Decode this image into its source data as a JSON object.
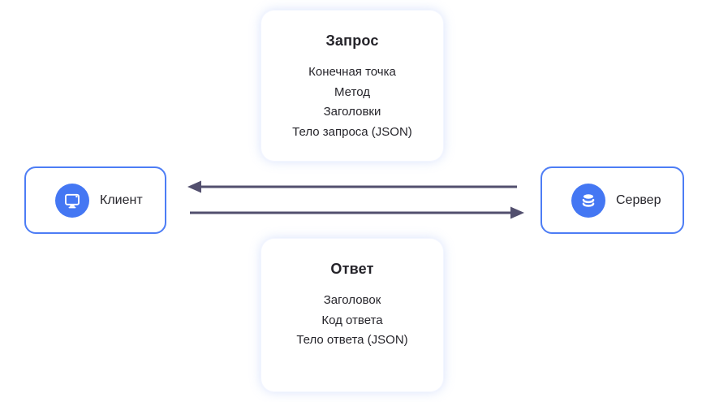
{
  "request_card": {
    "title": "Запрос",
    "items": [
      "Конечная точка",
      "Метод",
      "Заголовки",
      "Тело запроса (JSON)"
    ]
  },
  "response_card": {
    "title": "Ответ",
    "items": [
      "Заголовок",
      "Код ответа",
      "Тело ответа (JSON)"
    ]
  },
  "client": {
    "label": "Клиент",
    "icon": "monitor-icon"
  },
  "server": {
    "label": "Сервер",
    "icon": "database-icon"
  },
  "arrows": {
    "top_direction": "left",
    "bottom_direction": "right"
  },
  "colors": {
    "node_border_blue": "#4d7df5",
    "icon_circle_blue": "#4477f3",
    "arrow_dark": "#524f6e",
    "card_glow": "#dfe7fc",
    "text_dark": "#26252b",
    "background": "#ffffff"
  }
}
